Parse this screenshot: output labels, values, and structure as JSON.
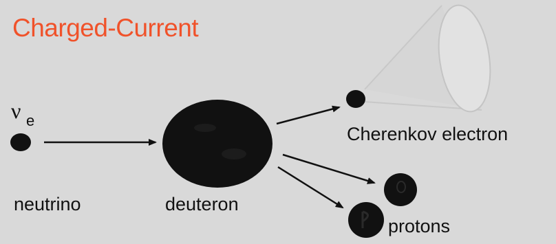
{
  "title": "Charged-Current",
  "neutrino": {
    "symbol": "ν",
    "subscript": "e",
    "label": "neutrino"
  },
  "deuteron": {
    "label": "deuteron"
  },
  "electron": {
    "label": "Cherenkov electron"
  },
  "protons": {
    "label": "protons"
  },
  "colors": {
    "background": "#d9d9d9",
    "title": "#f0522a",
    "particle": "#111111",
    "cone": "#c8c8c8"
  }
}
